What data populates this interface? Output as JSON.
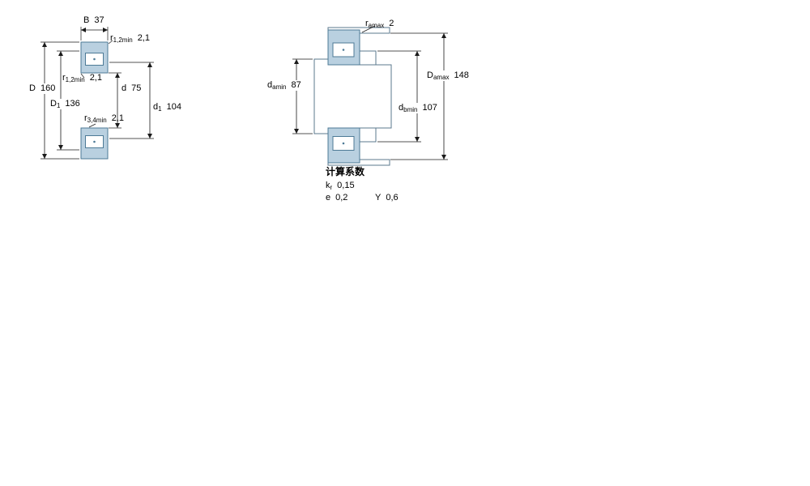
{
  "left_view": {
    "B": {
      "base": "B",
      "sub": "",
      "value": "37"
    },
    "r_top": {
      "base": "r",
      "sub": "1,2min",
      "value": "2,1"
    },
    "D": {
      "base": "D",
      "sub": "",
      "value": "160"
    },
    "r_mid": {
      "base": "r",
      "sub": "1,2min",
      "value": "2,1"
    },
    "D1": {
      "base": "D",
      "sub": "1",
      "value": "136"
    },
    "d": {
      "base": "d",
      "sub": "",
      "value": "75"
    },
    "d1": {
      "base": "d",
      "sub": "1",
      "value": "104"
    },
    "r_bottom": {
      "base": "r",
      "sub": "3,4min",
      "value": "2,1"
    }
  },
  "right_view": {
    "ra": {
      "base": "r",
      "sub": "amax",
      "value": "2"
    },
    "da": {
      "base": "d",
      "sub": "amin",
      "value": "87"
    },
    "Da": {
      "base": "D",
      "sub": "amax",
      "value": "148"
    },
    "db": {
      "base": "d",
      "sub": "bmin",
      "value": "107"
    }
  },
  "factors": {
    "title": "计算系数",
    "kr": {
      "base": "k",
      "sub": "r",
      "value": "0,15"
    },
    "e": {
      "base": "e",
      "sub": "",
      "value": "0,2"
    },
    "Y": {
      "base": "Y",
      "sub": "",
      "value": "0,6"
    }
  },
  "colors": {
    "bearing_fill": "#b9d0e0",
    "bearing_stroke": "#4d7a96",
    "dimension_line": "#1a1a1a",
    "background": "#ffffff"
  }
}
